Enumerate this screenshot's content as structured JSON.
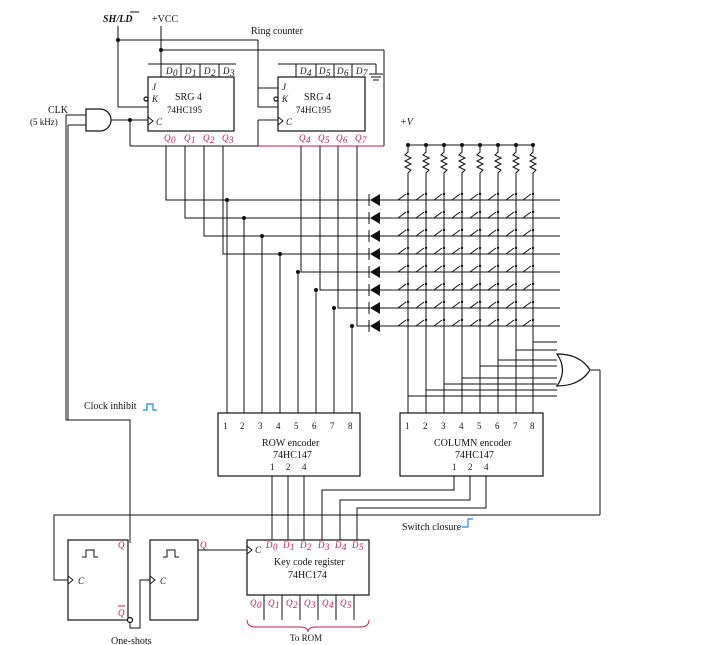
{
  "labels": {
    "shift_load": "SH/LD",
    "vcc": "+VCC",
    "ring_counter": "Ring counter",
    "clk": "CLK",
    "clk_freq": "(5 kHz)",
    "plus_v": "+V",
    "clock_inhibit": "Clock inhibit",
    "switch_closure": "Switch closure",
    "one_shots": "One-shots"
  },
  "srg1": {
    "name": "SRG 4",
    "part": "74HC195"
  },
  "srg2": {
    "name": "SRG 4",
    "part": "74HC195"
  },
  "row_encoder": {
    "name": "ROW encoder",
    "part": "74HC147"
  },
  "column_encoder": {
    "name": "COLUMN encoder",
    "part": "74HC147"
  },
  "register": {
    "name": "Key code register",
    "part": "74HC174",
    "output_label": "To ROM"
  }
}
